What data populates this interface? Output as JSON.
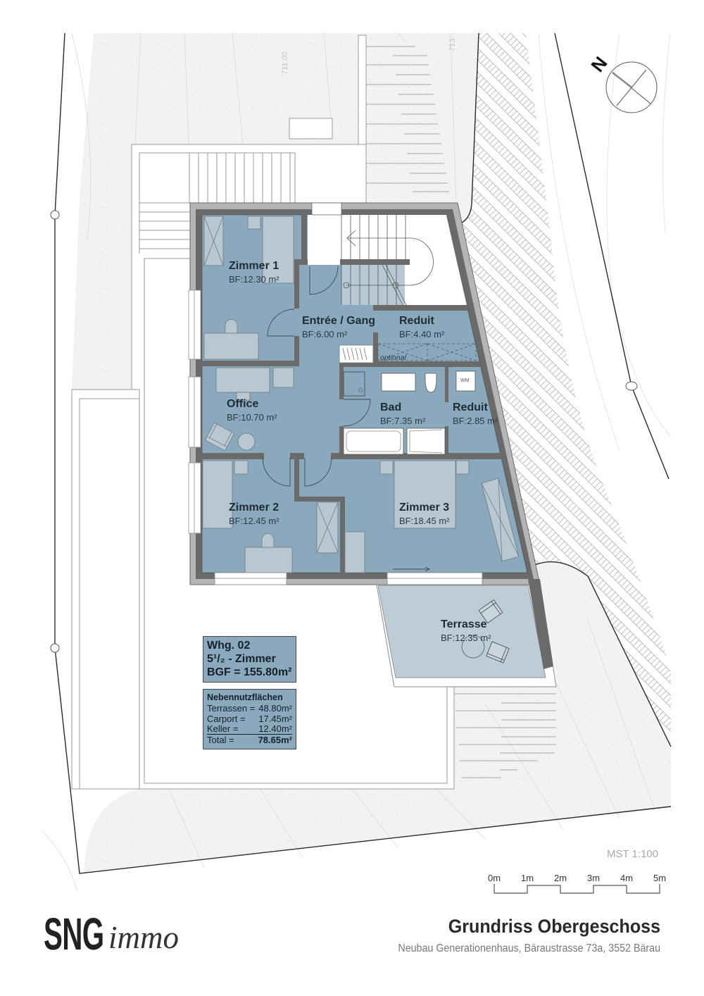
{
  "document": {
    "title": "Grundriss Obergeschoss",
    "subtitle": "Neubau Generationenhaus, Bäraustrasse 73a, 3552 Bärau",
    "scale": "MST 1:100",
    "scale_bar_labels": [
      "0m",
      "1m",
      "2m",
      "3m",
      "4m",
      "5m"
    ],
    "north_label": "N",
    "contour_labels": [
      "711.00",
      "713"
    ]
  },
  "brand": {
    "name_bold": "SNG",
    "name_italic": "immo"
  },
  "rooms": [
    {
      "name": "Zimmer 1",
      "area": "BF:12.30 m²"
    },
    {
      "name": "Entrée / Gang",
      "area": "BF:6.00 m²"
    },
    {
      "name": "Reduit",
      "area": "BF:4.40 m²"
    },
    {
      "name": "Office",
      "area": "BF:10.70 m²"
    },
    {
      "name": "Bad",
      "area": "BF:7.35 m²"
    },
    {
      "name": "Reduit",
      "area": "BF:2.85 m²"
    },
    {
      "name": "Zimmer 2",
      "area": "BF:12.45 m²"
    },
    {
      "name": "Zimmer 3",
      "area": "BF:18.45 m²"
    },
    {
      "name": "Terrasse",
      "area": "BF:12.35 m²"
    }
  ],
  "plan_notes": {
    "optional": "optional",
    "washing_machine": "WM"
  },
  "unit_summary": {
    "unit": "Whg. 02",
    "rooms": "5¹/₂ - Zimmer",
    "gross_floor_area": "BGF = 155.80m²"
  },
  "secondary_areas": {
    "title": "Nebennutzflächen",
    "rows": [
      {
        "label": "Terrassen =",
        "value": "48.80m²"
      },
      {
        "label": "Carport =",
        "value": "17.45m²"
      },
      {
        "label": "Keller =",
        "value": "12.40m²"
      },
      {
        "label": "Total =",
        "value": "78.65m²"
      }
    ]
  },
  "colors": {
    "room_fill": "#8aa9bc",
    "terrace_fill": "#bccdd8",
    "wall": "#6a6a6a",
    "wall_outer": "#b5b5b5",
    "terrain": "#f2f2f0",
    "text": "#1f2b35"
  }
}
